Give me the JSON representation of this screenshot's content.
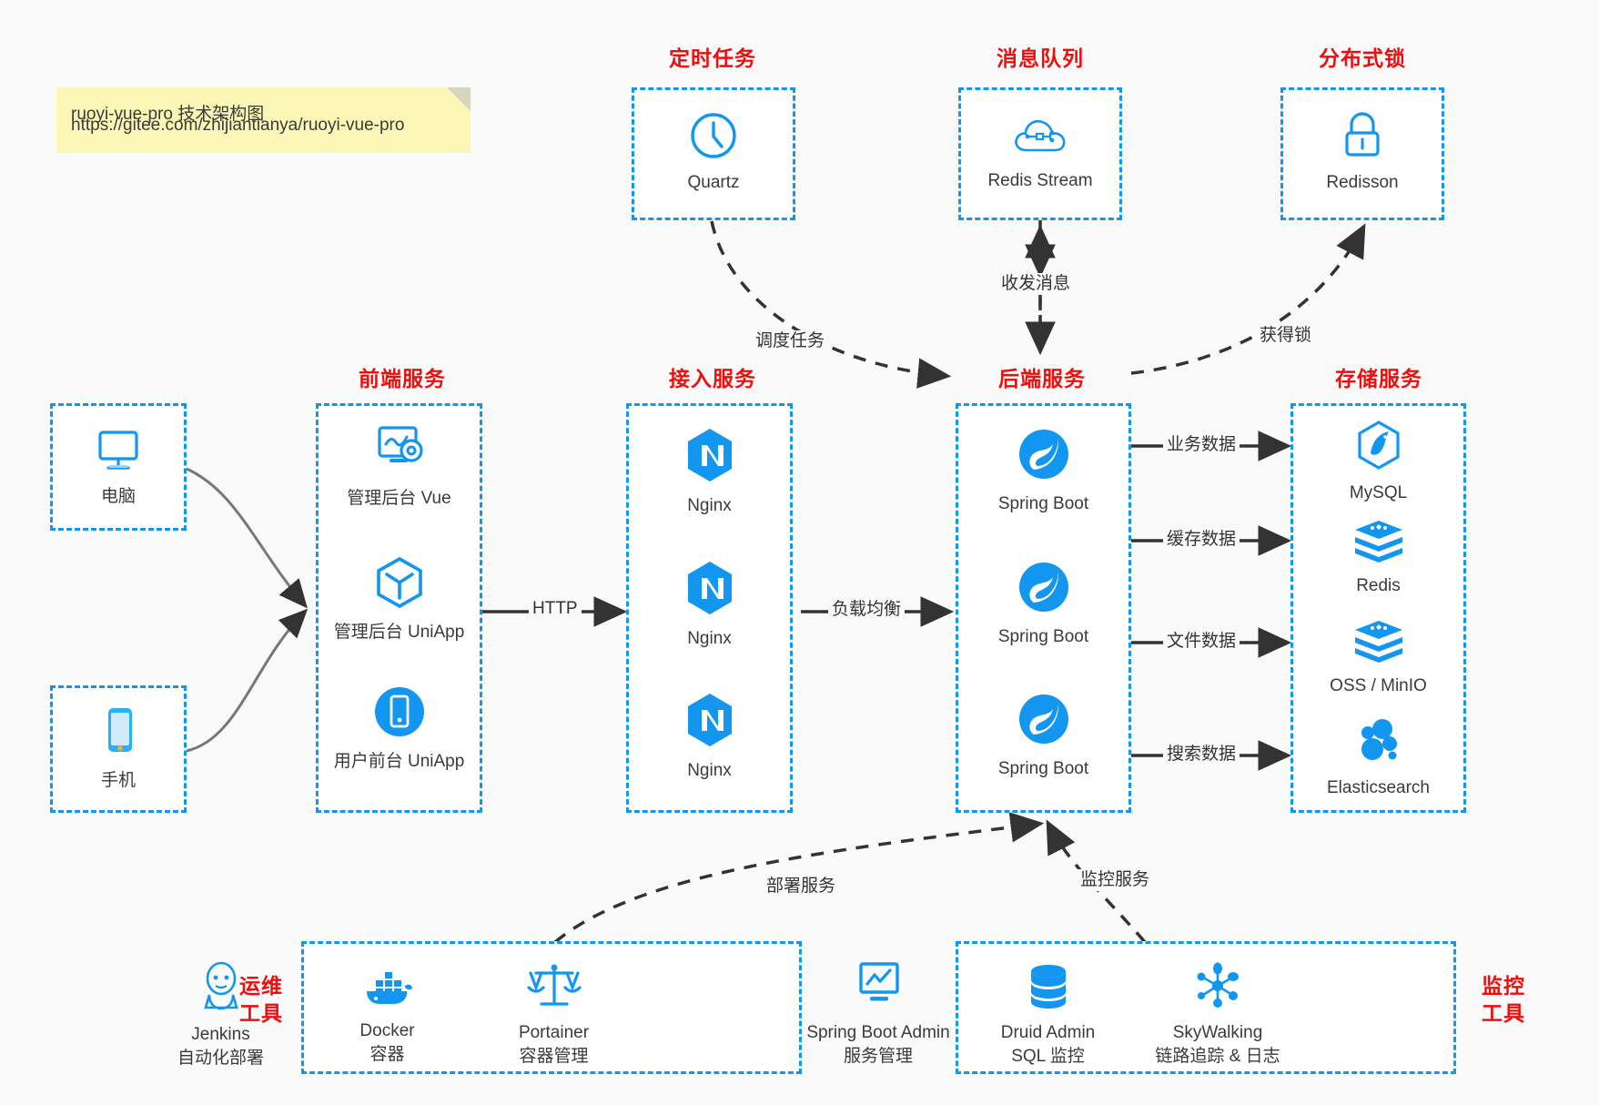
{
  "note": {
    "line1": "ruoyi-vue-pro 技术架构图",
    "line2": "https://gitee.com/zhijiantianya/ruoyi-vue-pro"
  },
  "colors": {
    "accent_blue": "#1296f0",
    "title_red": "#f00d0d",
    "background": "#fafafa",
    "box_fill": "#ffffff",
    "text": "#3a3a3a",
    "arrow": "#333333",
    "note_bg": "#fbf7b6"
  },
  "groups": {
    "scheduled_task": {
      "title": "定时任务",
      "nodes": [
        {
          "label": "Quartz",
          "icon": "clock-icon"
        }
      ]
    },
    "message_queue": {
      "title": "消息队列",
      "nodes": [
        {
          "label": "Redis Stream",
          "icon": "cloud-stream-icon"
        }
      ]
    },
    "distributed_lock": {
      "title": "分布式锁",
      "nodes": [
        {
          "label": "Redisson",
          "icon": "lock-icon"
        }
      ]
    },
    "clients": {
      "nodes": [
        {
          "label": "电脑",
          "icon": "desktop-icon"
        },
        {
          "label": "手机",
          "icon": "mobile-icon"
        }
      ]
    },
    "frontend": {
      "title": "前端服务",
      "nodes": [
        {
          "label": "管理后台 Vue",
          "icon": "dashboard-gear-icon"
        },
        {
          "label": "管理后台 UniApp",
          "icon": "hexagon-cube-icon"
        },
        {
          "label": "用户前台 UniApp",
          "icon": "mobile-circle-icon"
        }
      ]
    },
    "gateway": {
      "title": "接入服务",
      "nodes": [
        {
          "label": "Nginx",
          "icon": "nginx-icon"
        },
        {
          "label": "Nginx",
          "icon": "nginx-icon"
        },
        {
          "label": "Nginx",
          "icon": "nginx-icon"
        }
      ]
    },
    "backend": {
      "title": "后端服务",
      "nodes": [
        {
          "label": "Spring Boot",
          "icon": "spring-leaf-icon"
        },
        {
          "label": "Spring Boot",
          "icon": "spring-leaf-icon"
        },
        {
          "label": "Spring Boot",
          "icon": "spring-leaf-icon"
        }
      ]
    },
    "storage": {
      "title": "存储服务",
      "nodes": [
        {
          "label": "MySQL",
          "icon": "mysql-icon"
        },
        {
          "label": "Redis",
          "icon": "redis-icon"
        },
        {
          "label": "OSS / MinIO",
          "icon": "oss-icon"
        },
        {
          "label": "Elasticsearch",
          "icon": "elasticsearch-icon"
        }
      ]
    },
    "devops": {
      "title_line1": "运维",
      "title_line2": "工具",
      "nodes": [
        {
          "label": "Jenkins",
          "sublabel": "自动化部署",
          "icon": "jenkins-icon"
        },
        {
          "label": "Docker",
          "sublabel": "容器",
          "icon": "docker-icon"
        },
        {
          "label": "Portainer",
          "sublabel": "容器管理",
          "icon": "portainer-scales-icon"
        }
      ]
    },
    "monitoring": {
      "title_line1": "监控",
      "title_line2": "工具",
      "nodes": [
        {
          "label": "Spring Boot Admin",
          "sublabel": "服务管理",
          "icon": "monitor-chart-icon"
        },
        {
          "label": "Druid Admin",
          "sublabel": "SQL 监控",
          "icon": "database-icon"
        },
        {
          "label": "SkyWalking",
          "sublabel": "链路追踪 & 日志",
          "icon": "skywalking-icon"
        }
      ]
    }
  },
  "edges": {
    "schedule_task": "调度任务",
    "send_receive_message": "收发消息",
    "acquire_lock": "获得锁",
    "http": "HTTP",
    "load_balance": "负载均衡",
    "business_data": "业务数据",
    "cache_data": "缓存数据",
    "file_data": "文件数据",
    "search_data": "搜索数据",
    "deploy_service": "部署服务",
    "monitor_service": "监控服务"
  }
}
